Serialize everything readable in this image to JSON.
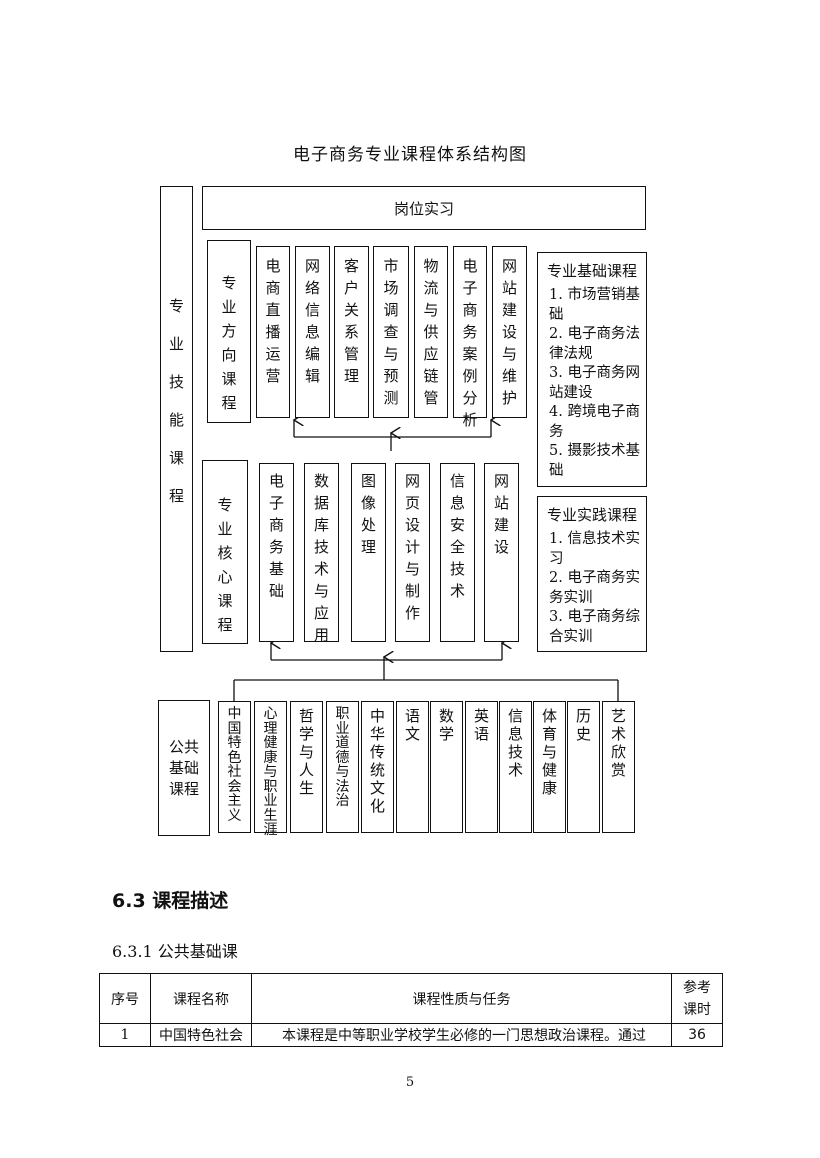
{
  "title": "电子商务专业课程体系结构图",
  "skill_label": "专业技能课程",
  "internship": "岗位实习",
  "direction": {
    "label": "专业方向课程",
    "courses": [
      "电商直播运营",
      "网络信息编辑",
      "客户关系管理",
      "市场调查与预测",
      "物流与供应链管",
      "电子商务案例分析",
      "网站建设与维护"
    ]
  },
  "core": {
    "label": "专业核心课程",
    "courses": [
      "电子商务基础",
      "数据库技术与应用",
      "图像处理",
      "网页设计与制作",
      "信息安全技术",
      "网站建设"
    ]
  },
  "public": {
    "label": [
      "公共",
      "基础",
      "课程"
    ],
    "courses": [
      "中国特色社会主义",
      "心理健康与职业生涯",
      "哲学与人生",
      "职业道德与法治",
      "中华传统文化",
      "语文",
      "数学",
      "英语",
      "信息技术",
      "体育与健康",
      "历史",
      "艺术欣赏"
    ]
  },
  "basic_box": {
    "title": "专业基础课程",
    "lines": [
      "1. 市场营销基",
      "础",
      "2. 电子商务法",
      "律法规",
      "3. 电子商务网",
      "站建设",
      "4. 跨境电子商",
      "务",
      "5. 摄影技术基",
      "础"
    ]
  },
  "practice_box": {
    "title": "专业实践课程",
    "lines": [
      "1. 信息技术实",
      "习",
      "2. 电子商务实",
      "务实训",
      "3. 电子商务综",
      "合实训"
    ]
  },
  "section_heading": "6.3 课程描述",
  "subsection_heading": "6.3.1 公共基础课",
  "table": {
    "headers": [
      "序号",
      "课程名称",
      "课程性质与任务",
      "参考课时"
    ],
    "header_last_lines": [
      "参考",
      "课时"
    ],
    "rows": [
      {
        "no": "1",
        "name": "中国特色社会",
        "task": "本课程是中等职业学校学生必修的一门思想政治课程。通过",
        "hours": "36"
      }
    ]
  },
  "page_number": "5"
}
